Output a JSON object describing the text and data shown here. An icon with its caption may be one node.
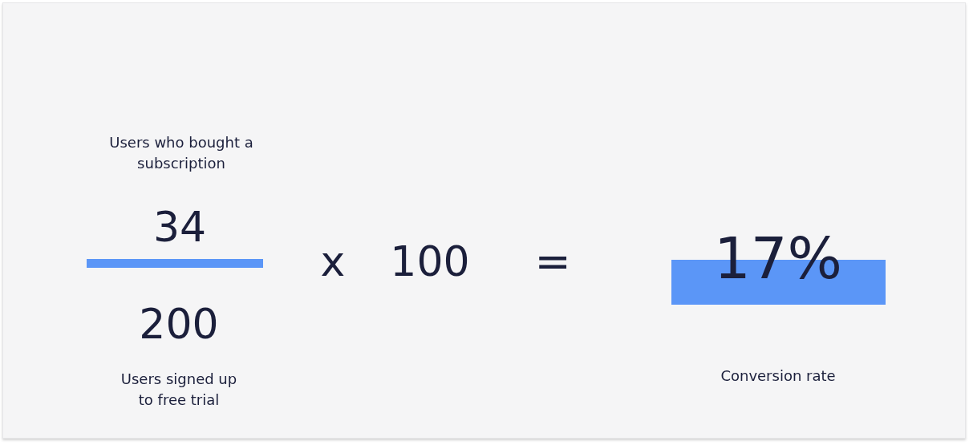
{
  "diagram": {
    "labels": [
      "Users who bought a subscription",
      "34",
      "200",
      "Users signed up to free trial",
      "x",
      "100",
      "=",
      "17%",
      "Conversion rate"
    ]
  }
}
